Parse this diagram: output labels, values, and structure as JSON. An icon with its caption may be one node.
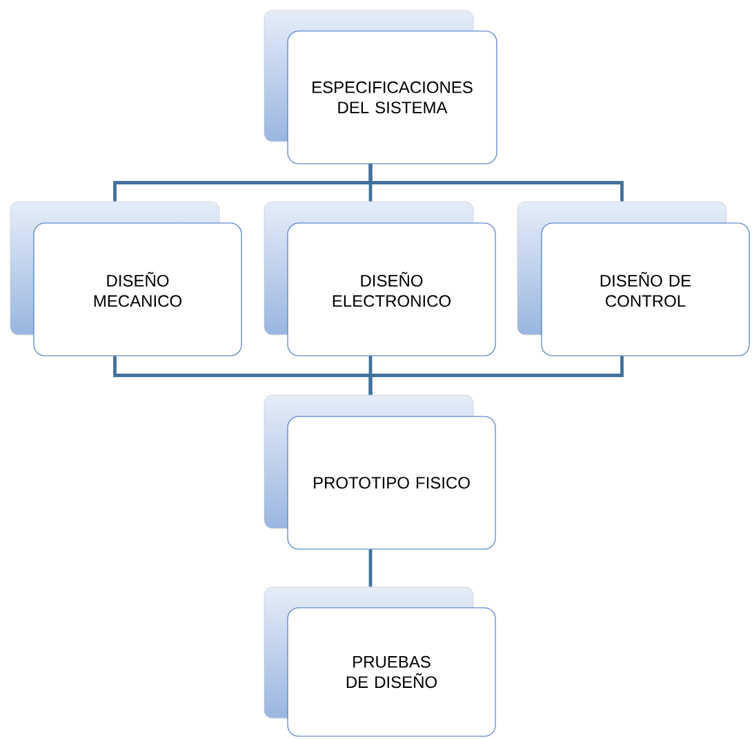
{
  "diagram": {
    "nodes": [
      {
        "text": [
          "ESPECIFICACIONES DEL SISTEMA"
        ]
      },
      {
        "text": [
          "DISEÑO MECANICO"
        ]
      },
      {
        "text": [
          "DISEÑO ELECTRONICO"
        ]
      },
      {
        "text": [
          "DISEÑO DE CONTROL"
        ]
      },
      {
        "text": [
          "PROTOTIPO FISICO"
        ]
      },
      {
        "text": [
          "PRUEBAS DE DISEÑO"
        ]
      }
    ],
    "edges": [
      {
        "from": 0,
        "to": 1,
        "arrow": "none"
      },
      {
        "from": 0,
        "to": 2,
        "arrow": "none"
      },
      {
        "from": 0,
        "to": 3,
        "arrow": "none"
      },
      {
        "from": 1,
        "to": 4,
        "arrow": "none"
      },
      {
        "from": 2,
        "to": 4,
        "arrow": "none"
      },
      {
        "from": 3,
        "to": 4,
        "arrow": "none"
      },
      {
        "from": 4,
        "to": 5,
        "arrow": "none"
      }
    ]
  }
}
